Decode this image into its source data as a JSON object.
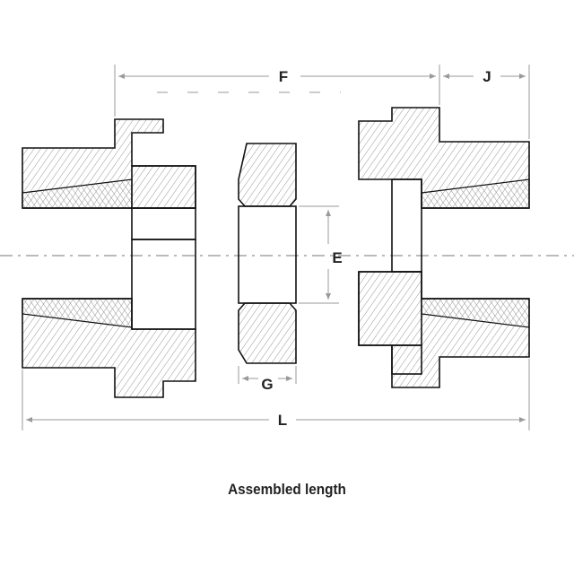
{
  "dimensions": {
    "f": "F",
    "j": "J",
    "e": "E",
    "g": "G",
    "l": "L"
  },
  "caption": "Assembled length"
}
